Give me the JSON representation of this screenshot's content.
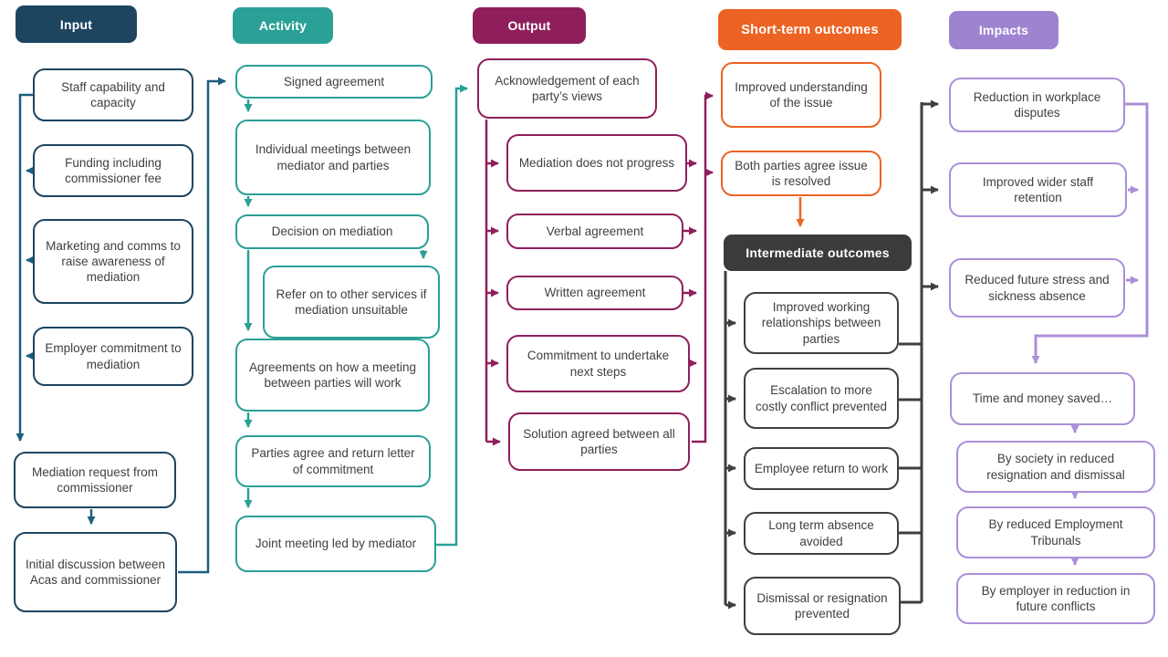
{
  "columns": [
    {
      "id": "input",
      "header": "Input",
      "accent": "#1d4560",
      "connector_color": "#1c5f7e",
      "boxes": [
        "Staff capability and capacity",
        "Funding including commissioner fee",
        "Marketing and comms to raise awareness of mediation",
        "Employer commitment to mediation",
        "Mediation request from commissioner",
        "Initial discussion between Acas and commissioner"
      ]
    },
    {
      "id": "activity",
      "header": "Activity",
      "accent": "#2aa096",
      "connector_color": "#2aa096",
      "boxes": [
        "Signed agreement",
        "Individual meetings between mediator and parties",
        "Decision on mediation",
        "Refer on to other services if mediation unsuitable",
        "Agreements on how a meeting between parties will work",
        "Parties agree and return letter of commitment",
        "Joint meeting led by mediator"
      ]
    },
    {
      "id": "output",
      "header": "Output",
      "accent": "#8e1f5c",
      "connector_color": "#8e1f5c",
      "boxes": [
        "Acknowledgement of each party’s views",
        "Mediation does not progress",
        "Verbal agreement",
        "Written agreement",
        "Commitment to undertake next steps",
        "Solution agreed between all parties"
      ]
    },
    {
      "id": "short_term_outcomes",
      "header": "Short-term outcomes",
      "accent": "#ec6323",
      "connector_color": "#ec6323",
      "boxes": [
        "Improved understanding of the issue",
        "Both parties agree issue is resolved"
      ]
    },
    {
      "id": "intermediate_outcomes",
      "header": "Intermediate outcomes",
      "accent": "#3b3b3b",
      "connector_color": "#3f3f3f",
      "boxes": [
        "Improved working relationships between parties",
        "Escalation to more costly conflict prevented",
        "Employee return to work",
        "Long term absence avoided",
        "Dismissal or resignation prevented"
      ]
    },
    {
      "id": "impacts",
      "header": "Impacts",
      "accent": "#9e84d0",
      "connector_color": "#ab8fd9",
      "boxes": [
        "Reduction in workplace disputes",
        "Improved wider staff retention",
        "Reduced future stress and sickness absence",
        "Time and money saved…",
        "By society in reduced resignation and dismissal",
        "By reduced Employment Tribunals",
        "By employer in reduction in future conflicts"
      ]
    }
  ]
}
